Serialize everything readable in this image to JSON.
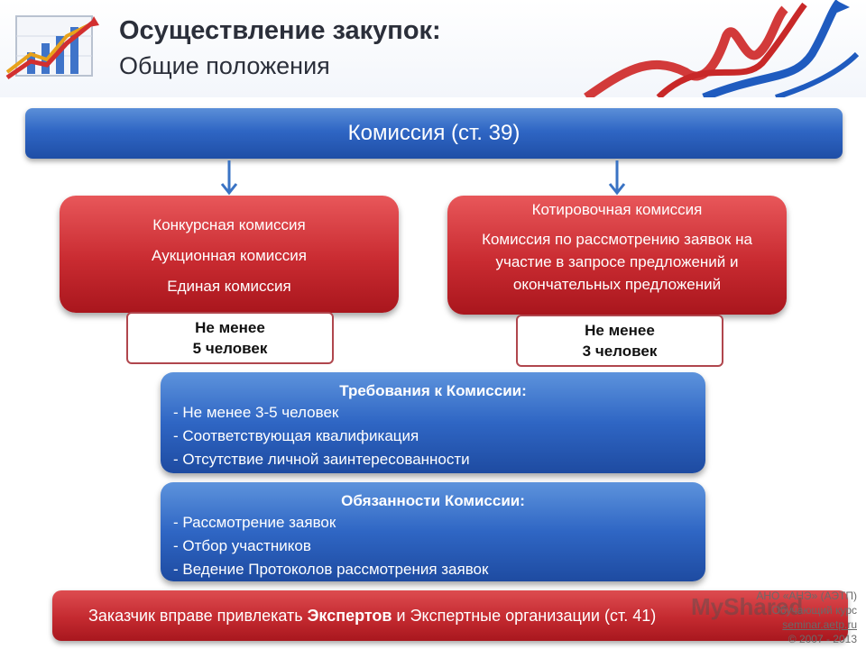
{
  "header": {
    "title": "Осуществление закупок:",
    "subtitle": "Общие положения"
  },
  "commission_bar": "Комиссия (ст. 39)",
  "left_box": {
    "lines": [
      "Конкурсная комиссия",
      "Аукционная комиссия",
      "Единая комиссия"
    ],
    "note_line1": "Не менее",
    "note_line2": "5 человек"
  },
  "right_box": {
    "line1": "Котировочная комиссия",
    "line2": "Комиссия по рассмотрению заявок на участие в запросе предложений и окончательных предложений",
    "note_line1": "Не менее",
    "note_line2": "3 человек"
  },
  "requirements": {
    "heading": "Требования к Комиссии:",
    "items": [
      "- Не менее 3-5 человек",
      "- Соответствующая квалификация",
      "- Отсутствие личной заинтересованности"
    ]
  },
  "duties": {
    "heading": "Обязанности Комиссии:",
    "items": [
      "- Рассмотрение заявок",
      "- Отбор участников",
      "- Ведение Протоколов рассмотрения заявок"
    ]
  },
  "bottom_bar": {
    "prefix": "Заказчик вправе привлекать ",
    "bold": "Экспертов",
    "suffix": " и Экспертные организации (ст. 41)"
  },
  "footer": {
    "line1": "АНО «АНЭ» (АЭТП)",
    "line2": "Обучающий курс",
    "line3": "seminar.aetp.ru",
    "line4": "© 2007 - 2013"
  },
  "watermark": "MyShared",
  "colors": {
    "blue": "#2f66c4",
    "red": "#c92b31",
    "note_border": "#b0464d"
  }
}
